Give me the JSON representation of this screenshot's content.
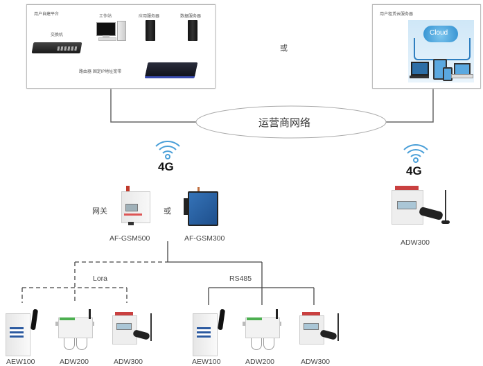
{
  "self_built_platform": {
    "title": "用户自建平台",
    "workstation": "工作站",
    "app_server": "应用服务器",
    "db_server": "数据服务器",
    "switch": "交换机",
    "router": "路由器 固定IP地址宽带"
  },
  "or_top": "或",
  "cloud_platform": {
    "title": "用户租赁云服务器",
    "cloud_label": "Cloud"
  },
  "carrier_network": "运营商网络",
  "left_branch": {
    "signal": "4G",
    "gateway_label": "网关",
    "or_label": "或",
    "gateway_1": "AF-GSM500",
    "gateway_2": "AF-GSM300"
  },
  "right_branch": {
    "signal": "4G",
    "device": "ADW300"
  },
  "lora_group": {
    "protocol": "Lora",
    "devices": [
      "AEW100",
      "ADW200",
      "ADW300"
    ]
  },
  "rs485_group": {
    "protocol": "RS485",
    "devices": [
      "AEW100",
      "ADW200",
      "ADW300"
    ]
  },
  "colors": {
    "wifi_blue": "#4a9fd8",
    "line": "#555555",
    "box_border": "#bdbdbd"
  }
}
